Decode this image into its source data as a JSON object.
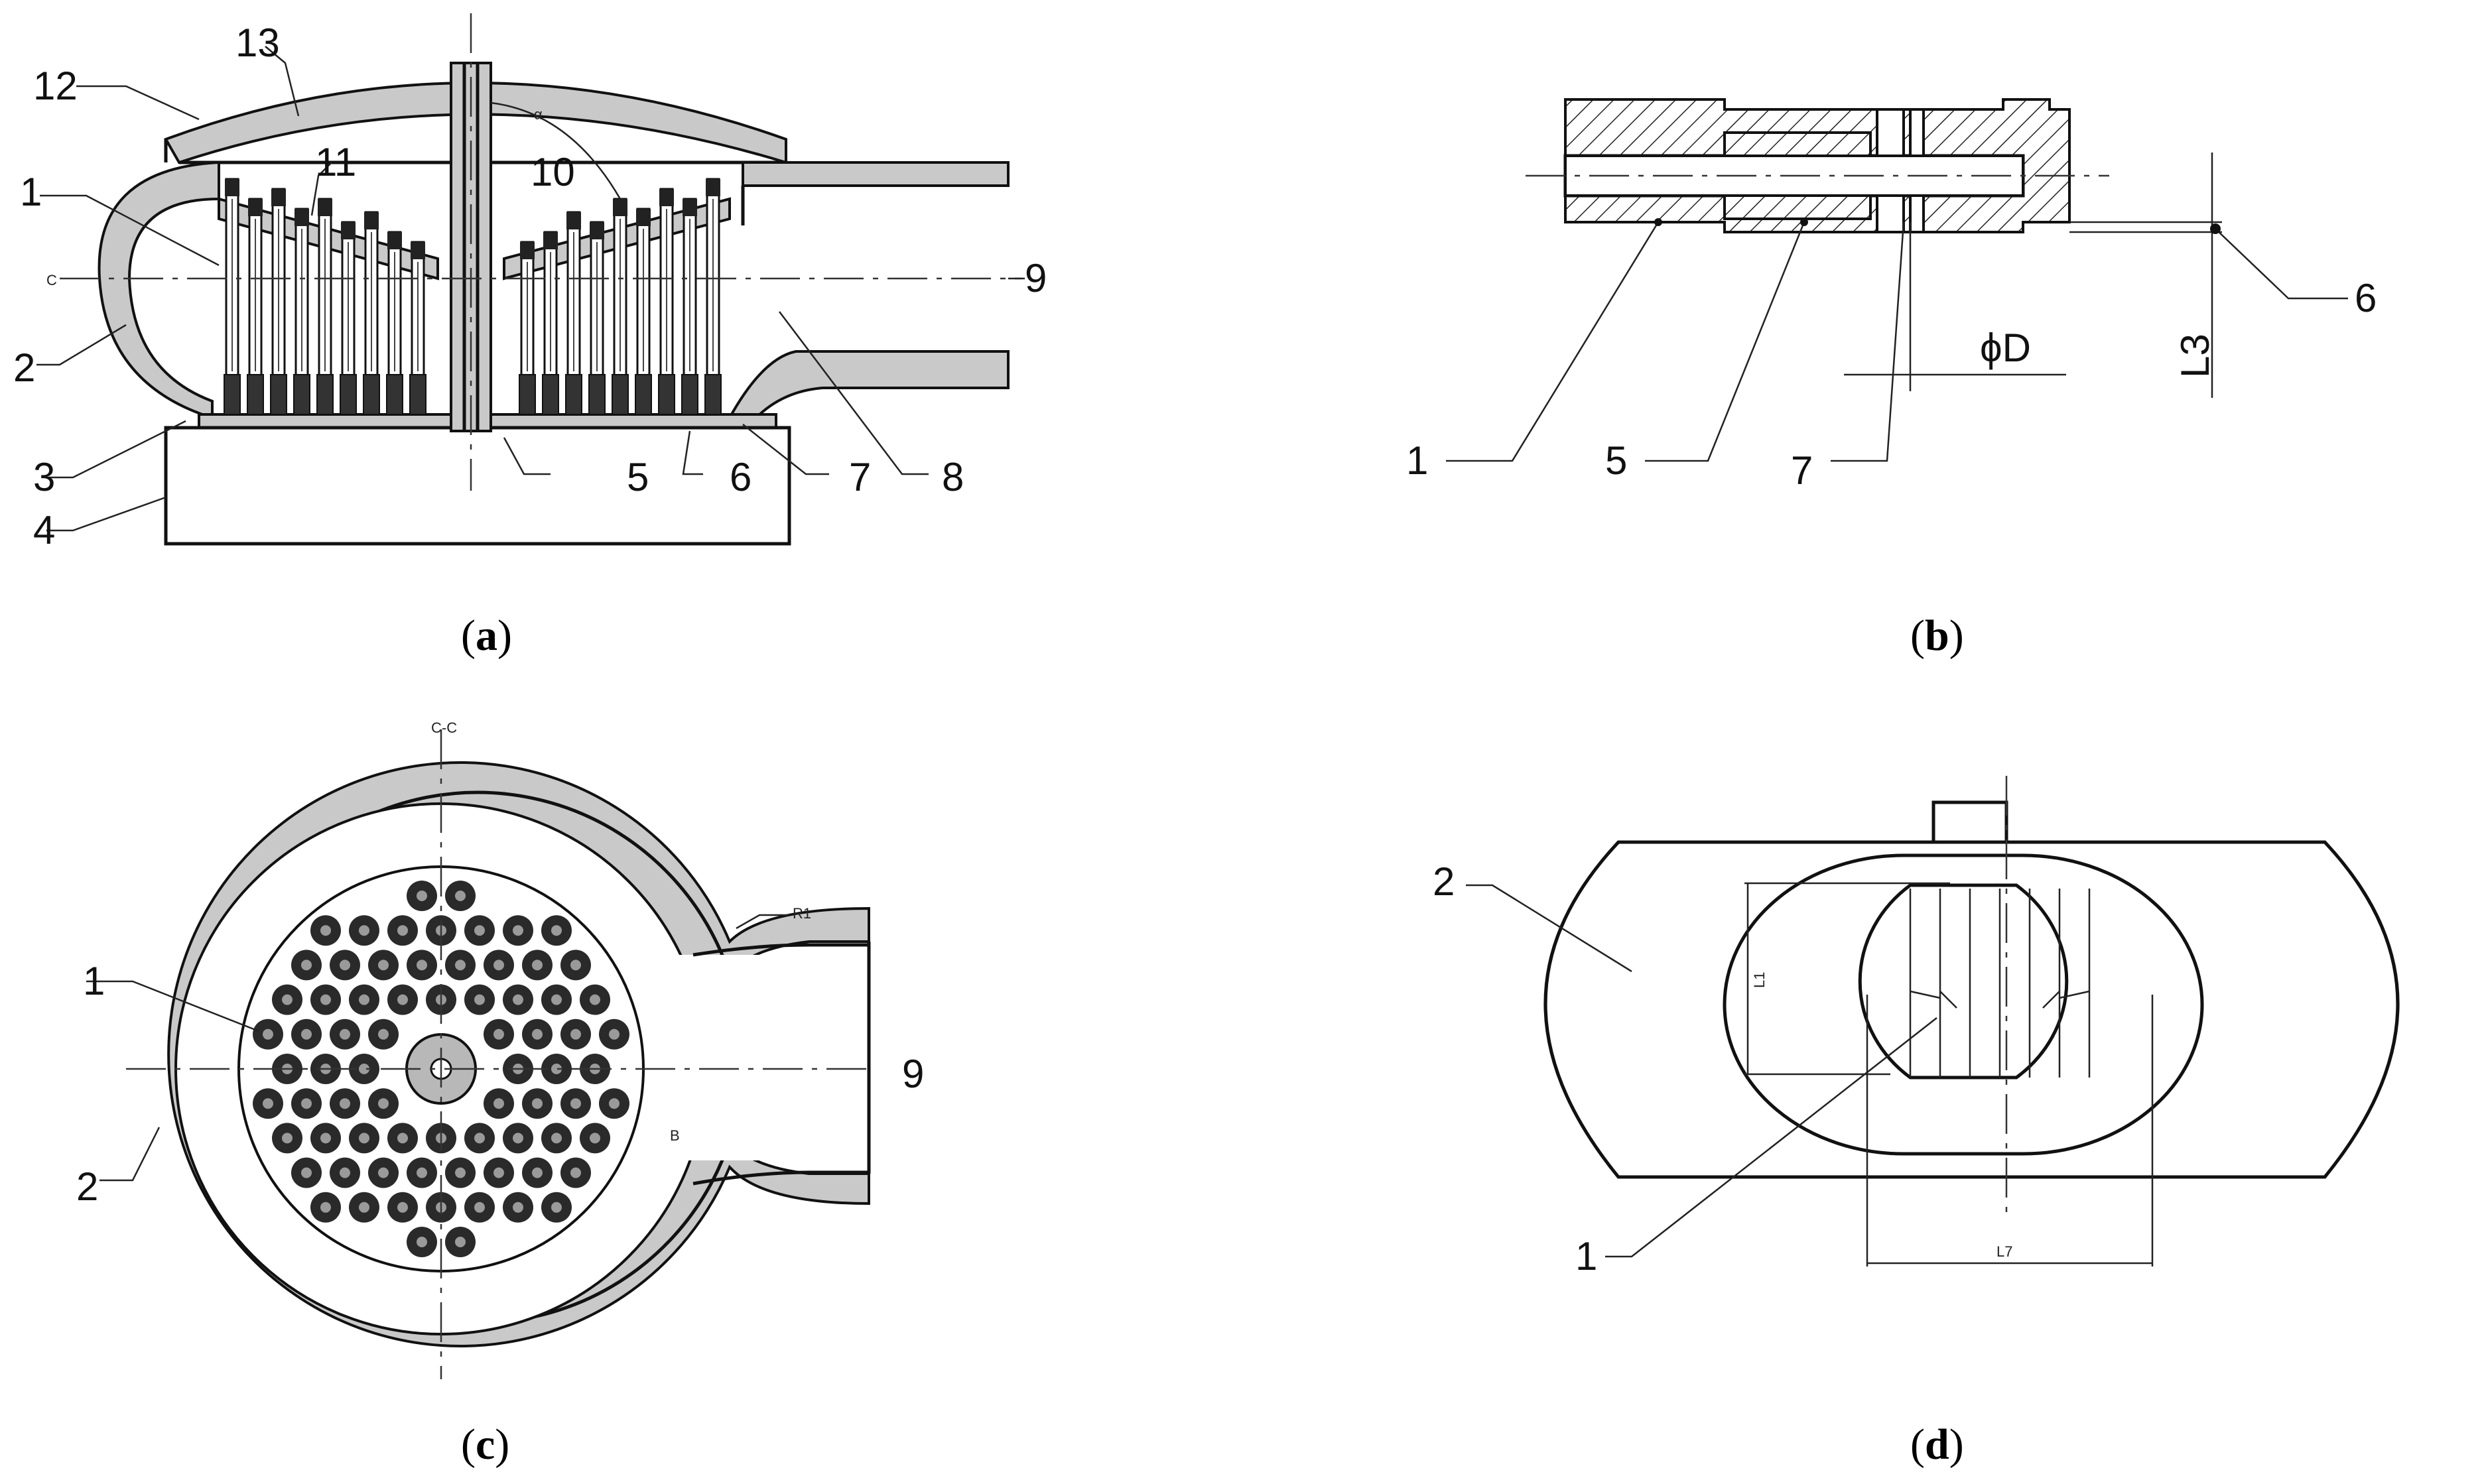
{
  "panel_a": {
    "caption_open": "(",
    "caption_letter": "a",
    "caption_close": ")",
    "callouts": [
      "1",
      "2",
      "3",
      "4",
      "5",
      "6",
      "7",
      "8",
      "9",
      "10",
      "11",
      "12",
      "13"
    ],
    "angle_label": "α",
    "section_mark": "C"
  },
  "panel_b": {
    "caption_open": "(",
    "caption_letter": "b",
    "caption_close": ")",
    "callouts": [
      "1",
      "5",
      "7",
      "6"
    ],
    "dim_diameter": "ϕD",
    "dim_length": "L3"
  },
  "panel_c": {
    "caption_open": "(",
    "caption_letter": "c",
    "caption_close": ")",
    "callouts": [
      "1",
      "2",
      "9"
    ],
    "section_title": "C-C",
    "radius_label": "R1",
    "small_mark": "B"
  },
  "panel_d": {
    "caption_open": "(",
    "caption_letter": "d",
    "caption_close": ")",
    "callouts": [
      "2",
      "1"
    ],
    "dim_l1": "L1",
    "dim_l7": "L7"
  },
  "colors": {
    "line": "#111111",
    "wall_fill": "#c9c9c9",
    "tube_fill": "#2a2a2a"
  }
}
